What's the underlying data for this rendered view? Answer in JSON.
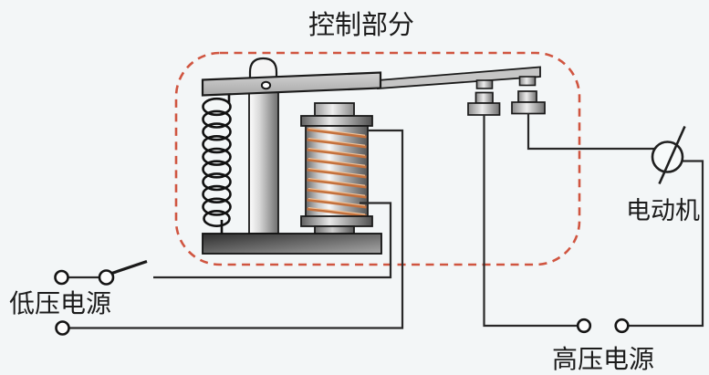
{
  "figure": {
    "title": "控制部分",
    "labels": {
      "control_section": "控制部分",
      "low_voltage_source": "低压电源",
      "high_voltage_source": "高压电源",
      "motor": "电动机"
    },
    "components": [
      "dashed-control-boundary",
      "return-spring",
      "armature-lever",
      "pivot-hole",
      "support-yoke",
      "electromagnet-coil",
      "coil-flanges",
      "iron-core-caps",
      "base-plate",
      "moving-contact-studs",
      "fixed-contact-posts",
      "knife-switch",
      "low-voltage-terminals",
      "high-voltage-terminals",
      "motor-circle-symbol",
      "connecting-wires"
    ],
    "colors": {
      "background": "#f3f6f7",
      "dashed_boundary": "#d05540",
      "wire": "#282828",
      "coil_winding_copper": "#c4713d",
      "coil_winding_highlight": "#f2c49a",
      "metal_gray": "#c2c2c2",
      "base_dark_gray": "#3a3a3a",
      "label_text": "#1c1c1c"
    }
  }
}
